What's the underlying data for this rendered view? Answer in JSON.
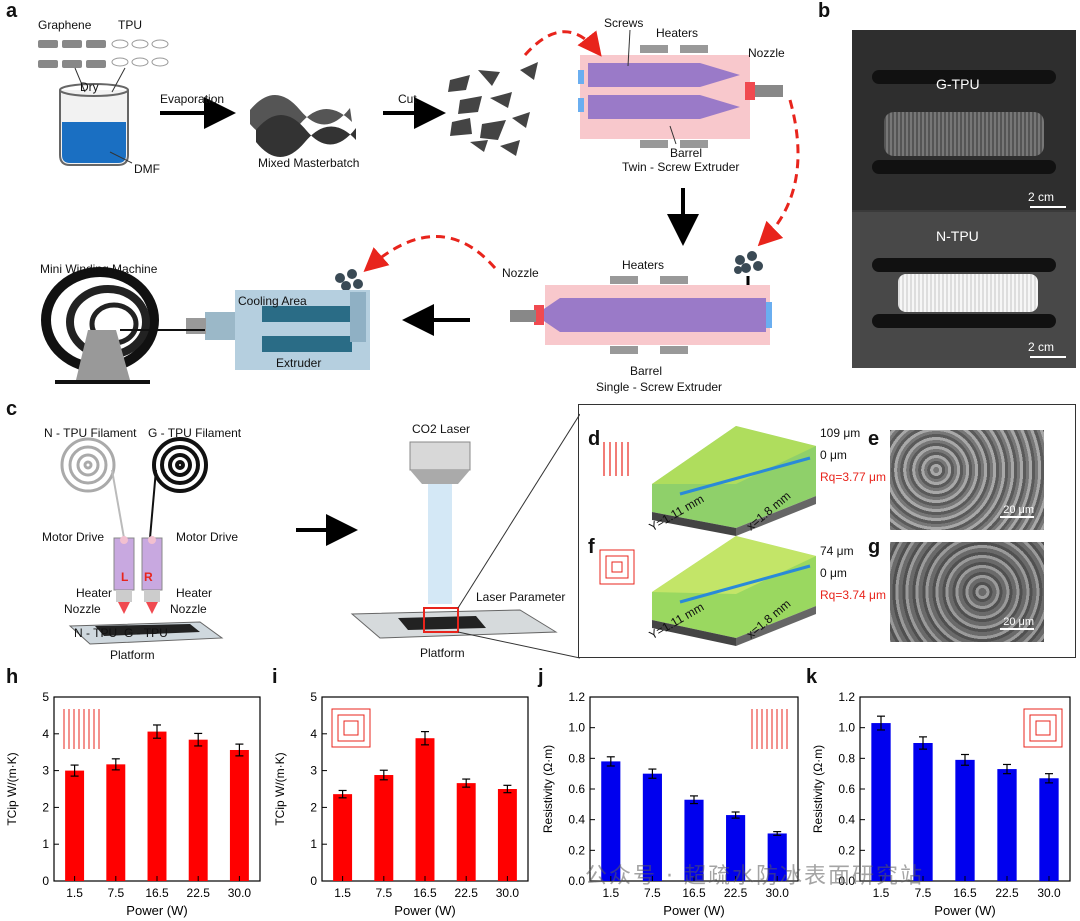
{
  "panels": {
    "a": "a",
    "b": "b",
    "c": "c",
    "d": "d",
    "e": "e",
    "f": "f",
    "g": "g",
    "h": "h",
    "i": "i",
    "j": "j",
    "k": "k"
  },
  "a": {
    "graphene": "Graphene",
    "tpu": "TPU",
    "dry": "Dry",
    "dmf": "DMF",
    "evaporation": "Evaporation",
    "mixed": "Mixed Masterbatch",
    "cut": "Cut",
    "screws": "Screws",
    "heaters": "Heaters",
    "nozzle": "Nozzle",
    "barrel": "Barrel",
    "twin": "Twin - Screw Extruder",
    "heaters2": "Heaters",
    "nozzle2": "Nozzle",
    "barrel2": "Barrel",
    "single": "Single - Screw Extruder",
    "winding": "Mini Winding Machine",
    "cooling": "Cooling Area",
    "extruder": "Extruder"
  },
  "b": {
    "gtpu": "G-TPU",
    "ntpu": "N-TPU",
    "scale1": "2 cm",
    "scale2": "2 cm"
  },
  "c": {
    "ntpu_fil": "N - TPU Filament",
    "gtpu_fil": "G - TPU Filament",
    "motor_l": "Motor Drive",
    "motor_r": "Motor Drive",
    "heater_l": "Heater",
    "heater_r": "Heater",
    "nozzle_l": "Nozzle",
    "nozzle_r": "Nozzle",
    "L": "L",
    "R": "R",
    "ntpu": "N - TPU",
    "gtpu": "G - TPU",
    "platform": "Platform",
    "co2": "CO2 Laser",
    "laser_param": "Laser Parameter",
    "platform2": "Platform"
  },
  "d": {
    "top": "109 μm",
    "zero": "0 μm",
    "rq": "Rq=3.77 μm",
    "y": "Y=1.11 mm",
    "x": "x=1.8 mm"
  },
  "f": {
    "top": "74 μm",
    "zero": "0 μm",
    "rq": "Rq=3.74 μm",
    "y": "Y=1.11 mm",
    "x": "x=1.8 mm"
  },
  "e": {
    "scale": "20 μm"
  },
  "g": {
    "scale": "20 μm"
  },
  "watermark": "公众号 · 超疏水防冰表面研究站",
  "colors": {
    "red": "#ff0000",
    "blue": "#0000ee",
    "dashed": "#e8241c"
  },
  "chart_data": [
    {
      "id": "h",
      "type": "bar",
      "categories": [
        "1.5",
        "7.5",
        "16.5",
        "22.5",
        "30.0"
      ],
      "values": [
        3.0,
        3.17,
        4.06,
        3.84,
        3.56
      ],
      "errors": [
        0.15,
        0.15,
        0.18,
        0.17,
        0.16
      ],
      "xlabel": "Power (W)",
      "ylabel": "TCip W/(m·K)",
      "ylim": [
        0,
        5
      ],
      "yticks": [
        "0",
        "1",
        "2",
        "3",
        "4",
        "5"
      ],
      "color": "#ff0000",
      "inset": "lines"
    },
    {
      "id": "i",
      "type": "bar",
      "categories": [
        "1.5",
        "7.5",
        "16.5",
        "22.5",
        "30.0"
      ],
      "values": [
        2.36,
        2.88,
        3.88,
        2.66,
        2.5
      ],
      "errors": [
        0.1,
        0.13,
        0.18,
        0.11,
        0.1
      ],
      "xlabel": "Power (W)",
      "ylabel": "TCip W/(m·K)",
      "ylim": [
        0,
        5
      ],
      "yticks": [
        "0",
        "1",
        "2",
        "3",
        "4",
        "5"
      ],
      "color": "#ff0000",
      "inset": "squares"
    },
    {
      "id": "j",
      "type": "bar",
      "categories": [
        "1.5",
        "7.5",
        "16.5",
        "22.5",
        "30.0"
      ],
      "values": [
        0.78,
        0.7,
        0.53,
        0.43,
        0.31
      ],
      "errors": [
        0.03,
        0.03,
        0.025,
        0.02,
        0.012
      ],
      "xlabel": "Power (W)",
      "ylabel": "Resistivity (Ω·m)",
      "ylim": [
        0,
        1.2
      ],
      "yticks": [
        "0.0",
        "0.2",
        "0.4",
        "0.6",
        "0.8",
        "1.0",
        "1.2"
      ],
      "color": "#0000ee",
      "inset": "lines"
    },
    {
      "id": "k",
      "type": "bar",
      "categories": [
        "1.5",
        "7.5",
        "16.5",
        "22.5",
        "30.0"
      ],
      "values": [
        1.03,
        0.9,
        0.79,
        0.73,
        0.67
      ],
      "errors": [
        0.045,
        0.04,
        0.035,
        0.03,
        0.03
      ],
      "xlabel": "Power (W)",
      "ylabel": "Resistivity (Ω·m)",
      "ylim": [
        0,
        1.2
      ],
      "yticks": [
        "0.0",
        "0.2",
        "0.4",
        "0.6",
        "0.8",
        "1.0",
        "1.2"
      ],
      "color": "#0000ee",
      "inset": "squares"
    }
  ]
}
